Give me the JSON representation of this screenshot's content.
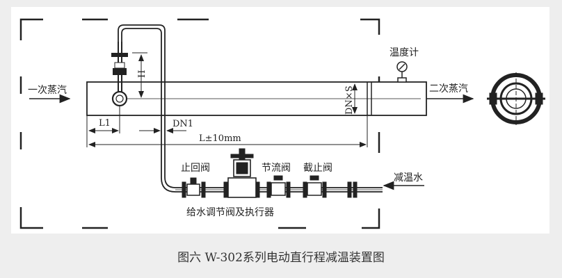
{
  "labels": {
    "primary_steam": "一次蒸汽",
    "secondary_steam": "二次蒸汽",
    "thermometer": "温度计",
    "desuperheating_water": "减温水",
    "check_valve": "止回阀",
    "throttle_valve": "节流阀",
    "stop_valve": "截止阀",
    "feed_valve_actuator": "给水调节阀及执行器",
    "dim_L1": "L1",
    "dim_DN1": "DN1",
    "dim_L": "L±10mm",
    "dim_H": "H",
    "dim_DNxS": "DN×S"
  },
  "caption": "图六 W-302系列电动直行程减温装置图"
}
